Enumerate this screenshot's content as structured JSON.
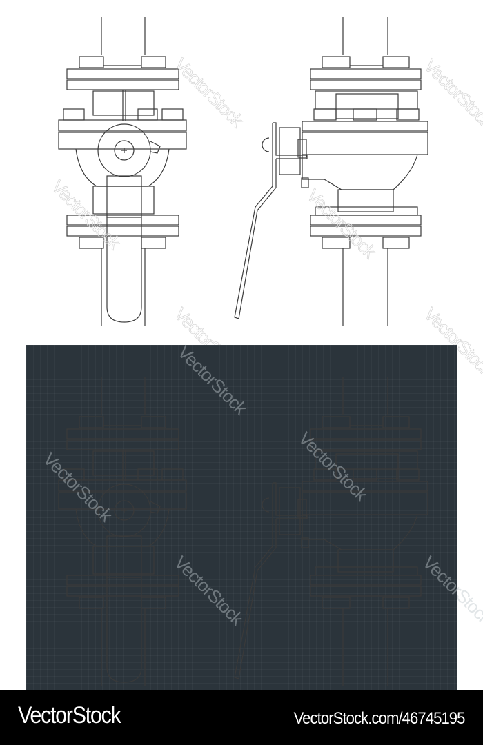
{
  "illustration": {
    "subject": "ball valve with flanges - technical drawing",
    "views": [
      "front-view",
      "side-view"
    ],
    "variants": [
      {
        "name": "light-blueprint",
        "background": "#ffffff",
        "line_color": "#3a3a3a"
      },
      {
        "name": "dark-blueprint",
        "background": "#2b343b",
        "line_color": "#efe3c0"
      }
    ]
  },
  "watermark": {
    "text": "VectorStock"
  },
  "footer": {
    "brand": "VectorStock",
    "url": "VectorStock.com/46745195"
  }
}
